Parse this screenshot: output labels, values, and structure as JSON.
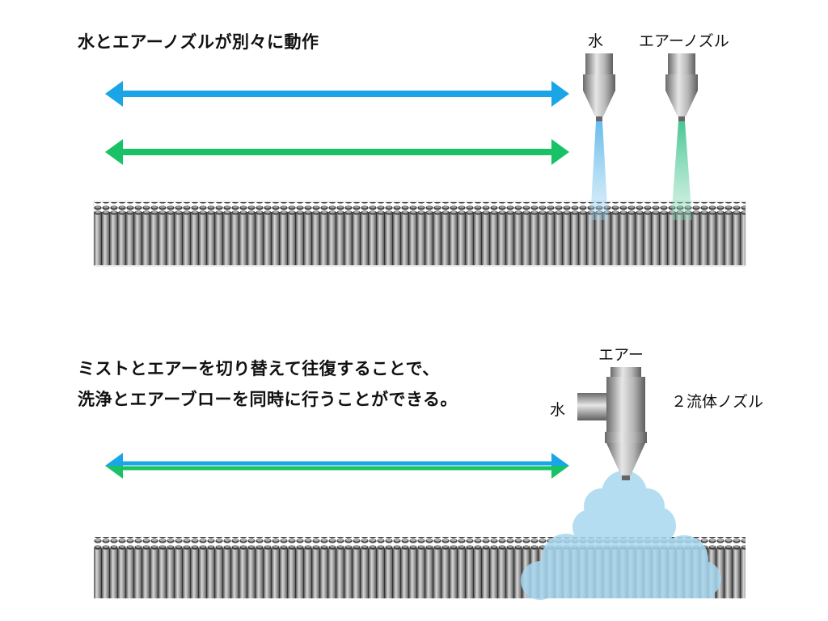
{
  "top_section": {
    "title": "水とエアーノズルが別々に動作",
    "water_nozzle_label": "水",
    "air_nozzle_label": "エアーノズル"
  },
  "bottom_section": {
    "title_line1": "ミストとエアーを切り替えて往復することで、",
    "title_line2": "洗浄とエアーブローを同時に行うことができる。",
    "air_label": "エアー",
    "water_label": "水",
    "two_fluid_label": "２流体ノズル"
  },
  "colors": {
    "water_arrow": "#1aa6e6",
    "air_arrow": "#19c266",
    "water_spray": "#7ec7ec",
    "air_spray": "#6cd2a6",
    "mist": "#a8d8f0"
  }
}
